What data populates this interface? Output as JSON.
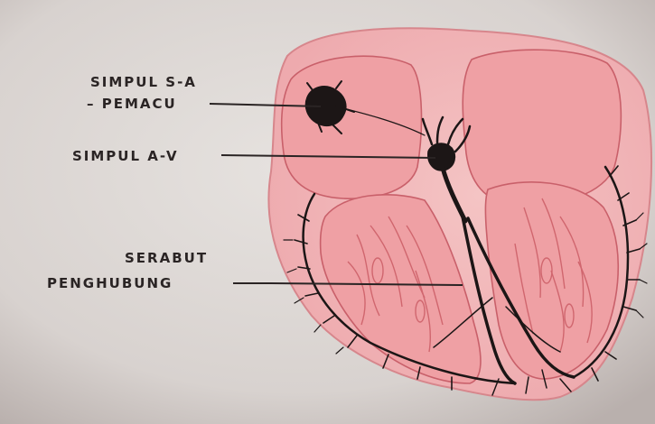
{
  "labels": {
    "sa_node_line1": "SIMPUL S-A",
    "sa_node_line2": "– PEMACU",
    "av_node": "SIMPUL A-V",
    "purkinje_line1": "SERABUT",
    "purkinje_line2": "PENGHUBUNG"
  },
  "colors": {
    "paper": "#dcd7d4",
    "heart_outer": "#f2b8b8",
    "heart_chamber": "#f0a4a6",
    "heart_stroke": "#c9606a",
    "conduction": "#1c1616",
    "text": "#2a2424"
  }
}
